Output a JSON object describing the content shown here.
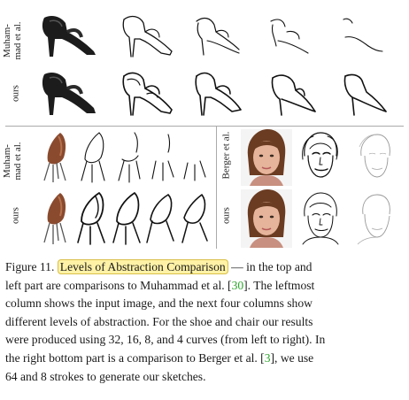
{
  "figure": {
    "labels": {
      "top_block_row1": "Muham-\nmad et al.",
      "top_block_row2": "ours",
      "bottom_left_row1": "Muham-\nmad et al.",
      "bottom_left_row2": "ours",
      "bottom_right_row1": "Berger et al.",
      "bottom_right_row2": "ours"
    }
  },
  "caption": {
    "line1_prefix": "Figure 11.",
    "line1_highlight": "Levels of Abstraction Comparison",
    "line1_suffix": " — in the top and",
    "line2_prefix": "left part are comparisons to Muhammad et al. [",
    "line2_ref": "30",
    "line2_suffix": "].  The leftmost",
    "line3": "column shows the input image, and the next four columns show",
    "line4": "different levels of abstraction.  For the shoe and chair our results",
    "line5": "were produced using 32, 16, 8, and 4 curves (from left to right). In",
    "line6_prefix": "the right bottom part is a comparison to Berger et al. [",
    "line6_ref": "3",
    "line6_suffix": "], we use",
    "line7": "64 and 8 strokes to generate our sketches."
  }
}
